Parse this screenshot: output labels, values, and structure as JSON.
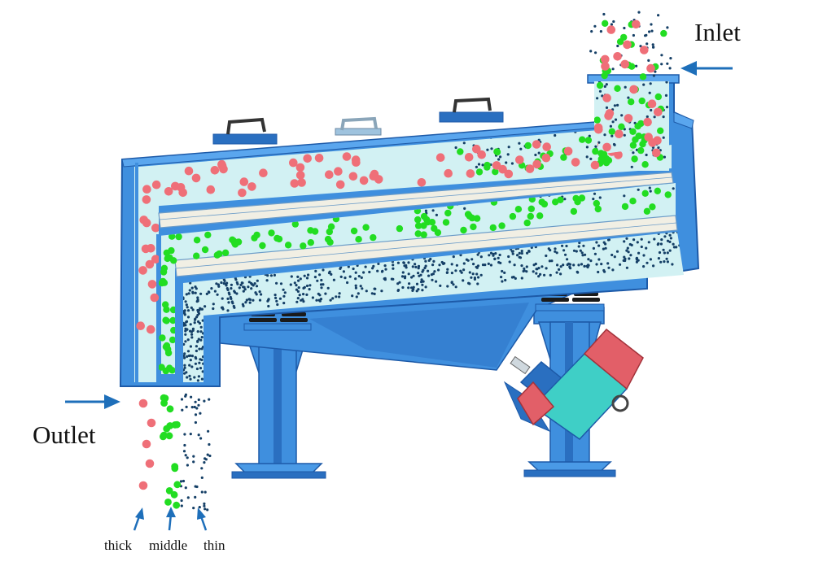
{
  "labels": {
    "inlet": "Inlet",
    "outlet": "Outlet",
    "thick": "thick",
    "middle": "middle",
    "thin": "thin"
  },
  "colors": {
    "machine_body": "#3f8fde",
    "machine_dark": "#2a6fc0",
    "machine_outline": "#1d5aa8",
    "chamber_fill": "#d2f1f3",
    "screen_deck": "#f1efe4",
    "spring": "#1a1a1a",
    "motor_red": "#e25f68",
    "motor_teal": "#3fcfc6",
    "particle_thick": "#ef6f78",
    "particle_middle": "#22dd22",
    "particle_thin": "#153f66",
    "arrow": "#1e6fba",
    "text": "#111111"
  },
  "icons": {
    "inlet_arrow": "arrow-left-icon",
    "outlet_arrow": "arrow-right-icon",
    "output_arrows": "arrow-up-icon"
  }
}
